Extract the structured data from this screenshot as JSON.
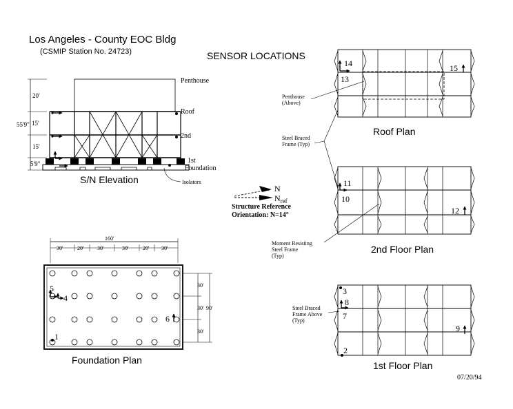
{
  "title": "Los Angeles - County EOC Bldg",
  "station": "(CSMIP Station No. 24723)",
  "sensor_heading": "SENSOR LOCATIONS",
  "date": "07/20/94",
  "elevation": {
    "caption": "S/N Elevation",
    "penthouse": "Penthouse",
    "roof": "Roof",
    "second": "2nd",
    "first": "1st",
    "foundation": "Foundation",
    "isolators": "Isolators",
    "dims": {
      "d20": "20'",
      "d15a": "15'",
      "d15b": "15'",
      "d59": "5'9\"",
      "total": "55'9\""
    }
  },
  "orientation": {
    "n": "N",
    "nref_base": "N",
    "nref_sub": "ref",
    "line1": "Structure Reference",
    "line2": "Orientation: N=14°"
  },
  "foundation_plan": {
    "caption": "Foundation Plan",
    "total_width": "160'",
    "col_dims": [
      "30'",
      "20'",
      "30'",
      "30'",
      "20'",
      "30'"
    ],
    "row_dims": [
      "30'",
      "30'",
      "30'"
    ],
    "total_height": "90'"
  },
  "roof_plan": {
    "caption": "Roof Plan",
    "penthouse_note": "Penthouse (Above)",
    "penthouse_l1": "Penthouse",
    "penthouse_l2": "(Above)",
    "braced_l1": "Steel Braced",
    "braced_l2": "Frame (Typ)"
  },
  "second_plan": {
    "caption": "2nd Floor Plan",
    "moment_l1": "Moment Resisting",
    "moment_l2": "Steel Frame",
    "moment_l3": "(Typ)"
  },
  "first_plan": {
    "caption": "1st Floor Plan",
    "braced_l1": "Steel Braced",
    "braced_l2": "Frame Above",
    "braced_l3": "(Typ)"
  },
  "sensors": [
    "1",
    "2",
    "3",
    "4",
    "5",
    "6",
    "7",
    "8",
    "9",
    "10",
    "11",
    "12",
    "13",
    "14",
    "15"
  ]
}
